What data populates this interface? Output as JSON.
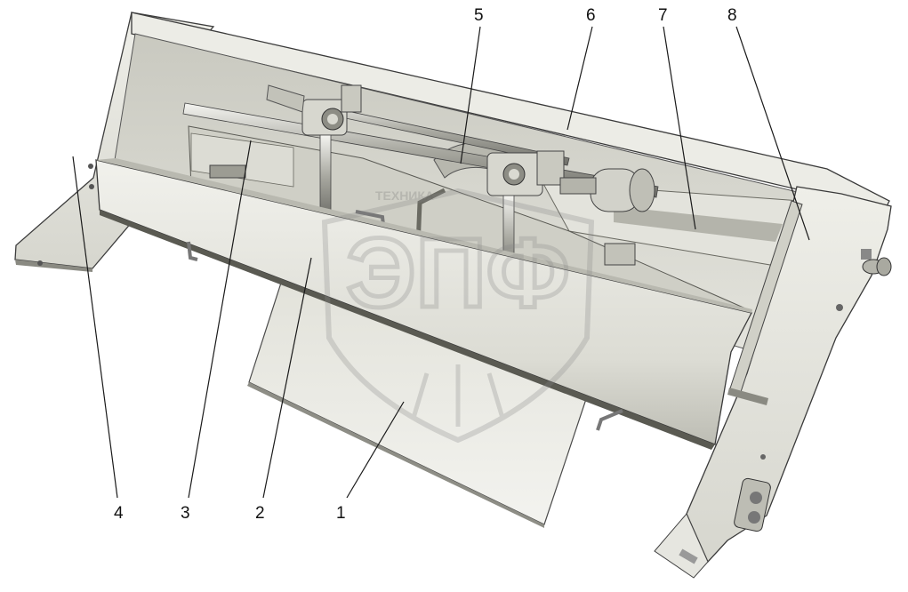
{
  "callouts": [
    {
      "label": "1",
      "part": "bottom-plate"
    },
    {
      "label": "2",
      "part": "front-beam"
    },
    {
      "label": "3",
      "part": "bed-plate"
    },
    {
      "label": "4",
      "part": "left-side-panel"
    },
    {
      "label": "5",
      "part": "gear-sector"
    },
    {
      "label": "6",
      "part": "top-cover"
    },
    {
      "label": "7",
      "part": "rear-plate"
    },
    {
      "label": "8",
      "part": "right-side-panel"
    }
  ],
  "watermark": {
    "logo_text": "ЭПФ",
    "small_text": "ТЕХНИКА"
  },
  "colors": {
    "metal_light": "#e8e8e2",
    "metal_mid": "#cfcfc6",
    "metal_dark": "#9a9a92",
    "interior": "#d8d8d0",
    "outline": "#3a3a3a"
  }
}
